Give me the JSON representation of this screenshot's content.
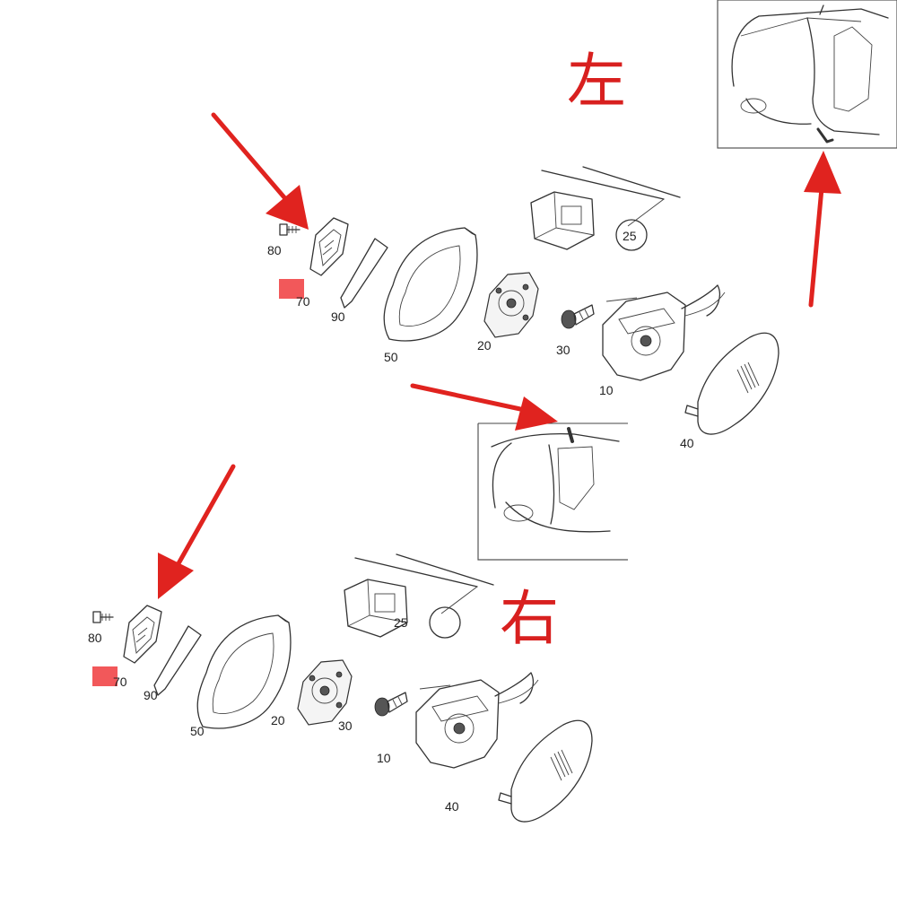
{
  "labels": {
    "left_side": "左",
    "right_side": "右"
  },
  "parts": {
    "p80": "80",
    "p70": "70",
    "p90": "90",
    "p50": "50",
    "p20": "20",
    "p30": "30",
    "p10": "10",
    "p40": "40",
    "p25": "25"
  },
  "colors": {
    "arrow": "#e0231f",
    "highlight": "#f2585a",
    "line_art": "#333333"
  },
  "icons": {
    "pointer": "red-arrow-icon",
    "vehicle": "car-outline-icon"
  }
}
